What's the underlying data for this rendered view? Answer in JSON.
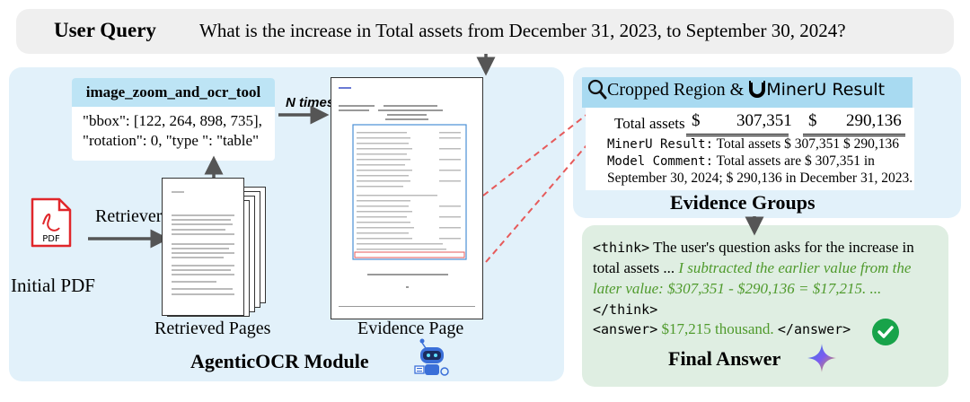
{
  "query": {
    "title": "User Query",
    "text": "What is the increase in Total assets from December 31, 2023, to September 30, 2024?"
  },
  "module": {
    "title": "AgenticOCR Module",
    "tool": {
      "name": "image_zoom_and_ocr_tool",
      "line1": "\"bbox\": [122, 264, 898, 735],",
      "line2": "\"rotation\": 0, \"type \": \"table\""
    },
    "n_times": "N times",
    "pdf_icon_text": "PDF",
    "initial_pdf": "Initial PDF",
    "retriever": "Retriever",
    "retrieved_pages": "Retrieved Pages",
    "evidence_page": "Evidence Page"
  },
  "evidence": {
    "header_a": "Cropped Region & ",
    "header_b": "MinerU Result",
    "table": {
      "label": "Total assets",
      "currency1": "$",
      "value1": "307,351",
      "currency2": "$",
      "value2": "290,136"
    },
    "mineru_label": "MinerU Result:",
    "mineru_text": " Total assets $ 307,351  $ 290,136",
    "comment_label": "Model Comment:",
    "comment_text": " Total assets are $ 307,351 in",
    "comment_text2": "September 30, 2024; $ 290,136 in December 31, 2023.",
    "groups_title": "Evidence Groups"
  },
  "final": {
    "think_open": "<think>",
    "think_text1": " The user's question asks for the increase in",
    "think_text2": "total assets ... ",
    "think_italic1": "I subtracted the earlier value from the",
    "think_italic2": "later value: $307,351 - $290,136 = $17,215. ...",
    "think_close": "</think>",
    "answer_open": "<answer>",
    "answer_value": " $17,215 thousand. ",
    "answer_close": "</answer>",
    "title": "Final Answer"
  },
  "colors": {
    "panel_blue": "#e2f1fa",
    "panel_green": "#dfeee2",
    "pdf_red": "#e0262a",
    "dashed_red": "#e65a5a",
    "check_green": "#18a34a"
  }
}
